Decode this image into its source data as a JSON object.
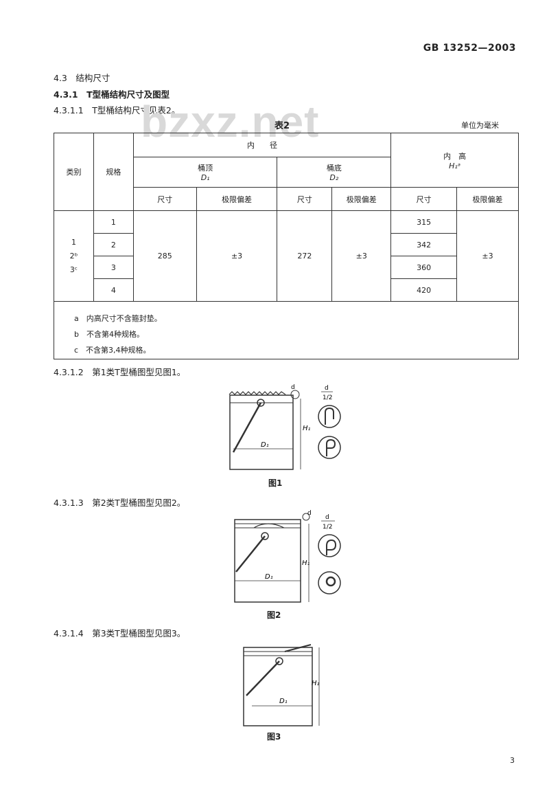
{
  "header": {
    "standard": "GB 13252—2003"
  },
  "watermark": "bzxz.net",
  "sections": {
    "s43": "4.3　结构尺寸",
    "s431": "4.3.1　T型桶结构尺寸及图型",
    "s4311": "4.3.1.1　T型桶结构尺寸见表2。",
    "s4312": "4.3.1.2　第1类T型桶图型见图1。",
    "s4313": "4.3.1.3　第2类T型桶图型见图2。",
    "s4314": "4.3.1.4　第3类T型桶图型见图3。"
  },
  "table": {
    "title": "表2",
    "unit": "单位为毫米",
    "headers": {
      "category": "类别",
      "spec": "规格",
      "inner_diameter": "内　　径",
      "top": "桶顶",
      "top_sym": "D₁",
      "bottom": "桶底",
      "bottom_sym": "D₂",
      "inner_height": "内　高",
      "height_sym": "H₁ᵃ",
      "size": "尺寸",
      "tolerance": "极限偏差"
    },
    "categories": [
      "1",
      "2ᵇ",
      "3ᶜ"
    ],
    "specs": [
      "1",
      "2",
      "3",
      "4"
    ],
    "top_size": "285",
    "top_tol": "±3",
    "bottom_size": "272",
    "bottom_tol": "±3",
    "heights": [
      "315",
      "342",
      "360",
      "420"
    ],
    "height_tol": "±3",
    "footnotes": [
      "a　内高尺寸不含箍封垫。",
      "b　不含第4种规格。",
      "c　不含第3,4种规格。"
    ]
  },
  "figures": {
    "fig1": {
      "caption": "图1",
      "labels": {
        "d": "d",
        "dia": "D₁",
        "height": "H₁",
        "ratio_top": "d",
        "ratio_bottom": "1/2"
      }
    },
    "fig2": {
      "caption": "图2",
      "labels": {
        "d": "d",
        "dia": "D₁",
        "height": "H₁",
        "ratio_top": "d",
        "ratio_bottom": "1/2"
      }
    },
    "fig3": {
      "caption": "图3",
      "labels": {
        "dia": "D₁",
        "height": "H₁"
      }
    }
  },
  "page_number": "3"
}
